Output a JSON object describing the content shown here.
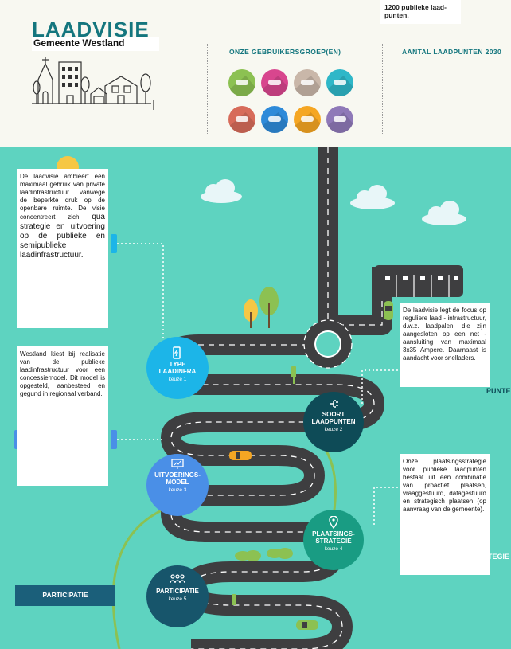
{
  "header": {
    "title": "LAADVISIE",
    "subtitle": "Gemeente Westland",
    "top_note": "1200 publieke laad-punten.",
    "section1": "ONZE GEBRUIKERSGROEP(EN)",
    "section2": "AANTAL LAADPUNTEN 2030"
  },
  "user_groups": [
    {
      "icon": "car-icon",
      "color": "#8cc152"
    },
    {
      "icon": "van-icon",
      "color": "#d8468e"
    },
    {
      "icon": "taxi-icon",
      "color": "#c9b7a9"
    },
    {
      "icon": "bus-icon",
      "color": "#2fb7c8"
    },
    {
      "icon": "delivery-truck-icon",
      "color": "#d76b5a"
    },
    {
      "icon": "truck-icon",
      "color": "#2e8ad9"
    },
    {
      "icon": "boat-icon",
      "color": "#f5a623"
    },
    {
      "icon": "ship-icon",
      "color": "#8f79b8"
    }
  ],
  "boxes": {
    "box1_small": "De laadvisie ambieert een maximaal gebruik van private laadinfrastructuur vanwege de beperkte druk op de openbare ruimte. De visie concentreert zich",
    "box1_large": "qua strategie en uitvoering op de publieke en semipublieke laadinfrastructuur.",
    "box2": "Westland kiest bij realisatie van de publieke laadinfrastructuur voor een concessiemodel. Dit model is opgesteld, aanbesteed en gegund in regionaal verband.",
    "box3": "De laadvisie legt de focus op reguliere laad - infrastructuur, d.w.z. laadpalen, die zijn aangesloten op een net - aansluiting van maximaal 3x35 Ampere. Daarnaast is aandacht voor snelladers.",
    "box4": "Onze plaatsingsstrategie voor publieke laadpunten bestaat uit een combinatie van proactief plaatsen, vraaggestuurd, datagestuurd en strategisch plaatsen (op aanvraag van de gemeente)."
  },
  "steps": [
    {
      "title1": "TYPE",
      "title2": "LAADINFRA",
      "sub": "keuze 1",
      "color": "#1cb5e8",
      "icon": "charging-station-icon"
    },
    {
      "title1": "SOORT",
      "title2": "LAADPUNTEN",
      "sub": "keuze 2",
      "color": "#0e4b57",
      "icon": "plug-icon"
    },
    {
      "title1": "UITVOERINGS-",
      "title2": "MODEL",
      "sub": "keuze 3",
      "color": "#4a8fe7",
      "icon": "presentation-board-icon"
    },
    {
      "title1": "PLAATSINGS-",
      "title2": "STRATEGIE",
      "sub": "keuze 4",
      "color": "#199c83",
      "icon": "location-pin-icon"
    },
    {
      "title1": "PARTICIPATIE",
      "title2": "",
      "sub": "keuze 5",
      "color": "#17556b",
      "icon": "people-icon"
    }
  ],
  "side_labels": {
    "participatie": "PARTICIPATIE",
    "right_1": "PUNTEN",
    "right_2": "TEGIE"
  },
  "colors": {
    "background": "#5ed3c0",
    "header": "#f8f8f1",
    "road": "#3e3e40",
    "accent": "#14767e"
  }
}
